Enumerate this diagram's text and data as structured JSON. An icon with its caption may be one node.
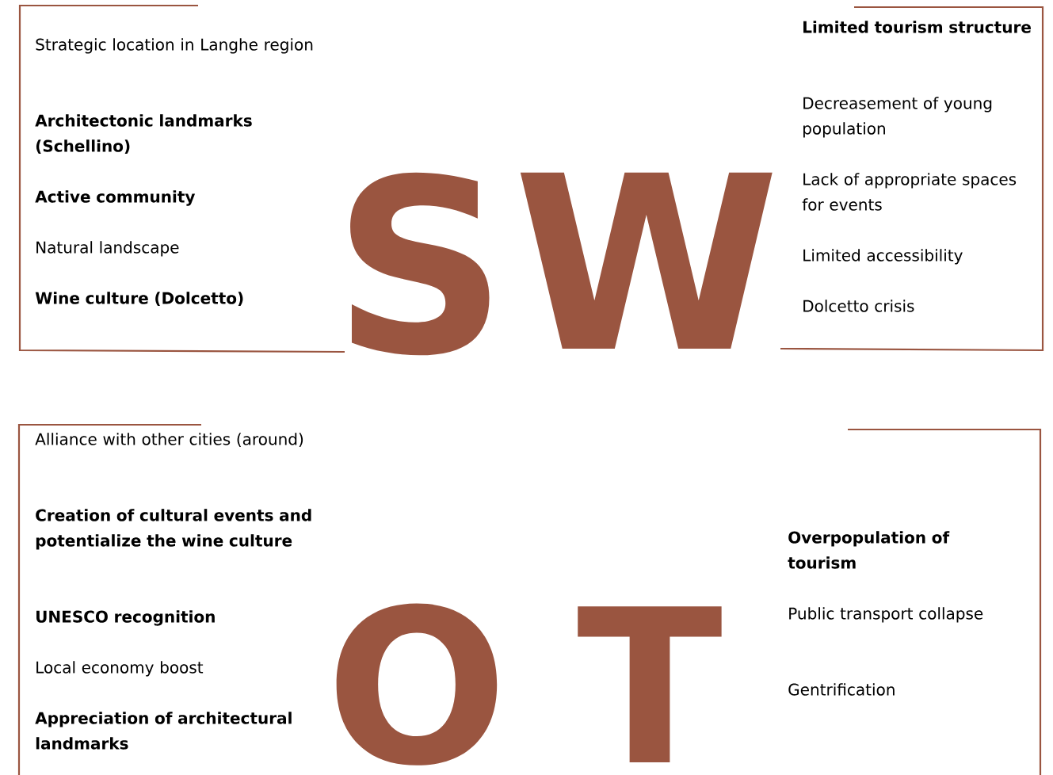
{
  "diagram": {
    "nodes": [
      {
        "text": [
          "Strategic location in Langhe region",
          "Architectonic landmarks (Schellino)",
          "Active community",
          "Natural landscape",
          "Wine culture (Dolcetto)"
        ]
      },
      {
        "text": [
          "Limited tourism structure",
          "Decreasement of young population",
          "Lack of appropriate spaces for events",
          "Limited accessibility",
          "Dolcetto crisis"
        ]
      },
      {
        "text": [
          "Alliance with other cities (around)",
          "Creation of cultural events and potentialize the wine culture",
          "UNESCO recognition",
          "Local economy boost",
          "Appreciation of architectural landmarks"
        ]
      },
      {
        "text": [
          "Overpopulation of tourism",
          "Public transport collapse",
          "Gentrification"
        ]
      }
    ],
    "labels": [
      "S",
      "W",
      "O",
      "T"
    ]
  }
}
